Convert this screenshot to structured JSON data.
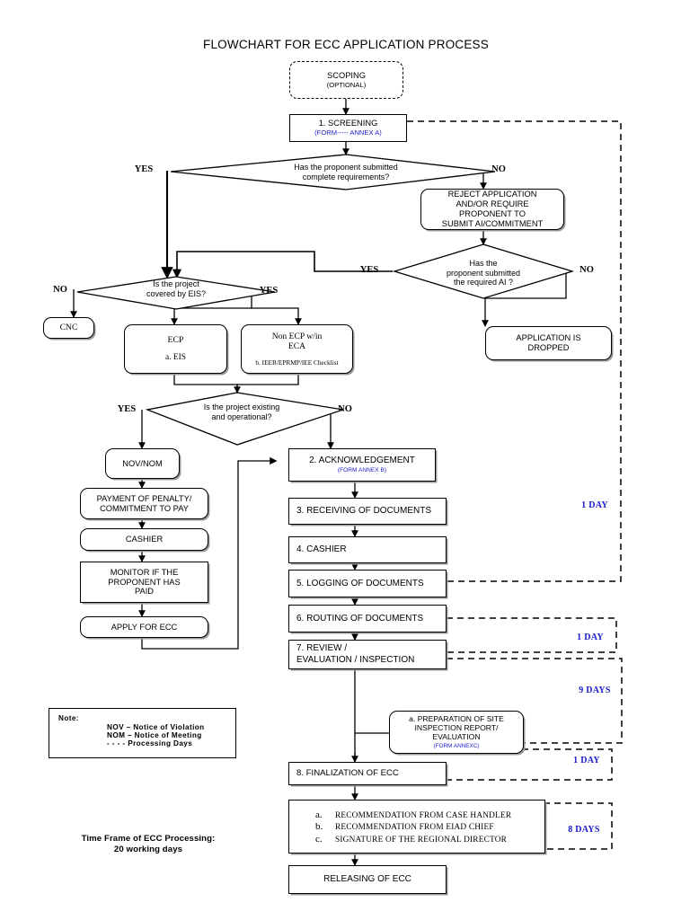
{
  "title": "FLOWCHART FOR ECC APPLICATION PROCESS",
  "nodes": {
    "scoping": {
      "label": "SCOPING",
      "sub": "(OPTIONAL)"
    },
    "screening": {
      "label": "1. SCREENING",
      "sub": "(FORM----- ANNEX A)"
    },
    "d_complete": {
      "label": "Has the proponent submitted\ncomplete requirements?"
    },
    "reject": {
      "label": "REJECT APPLICATION\nAND/OR REQUIRE\nPROPONENT TO\nSUBMIT AI/COMMITMENT"
    },
    "d_ai": {
      "label": "Has the\nproponent submitted\nthe required AI ?"
    },
    "dropped": {
      "label": "APPLICATION IS\nDROPPED"
    },
    "d_eis": {
      "label": "Is the project\ncovered by EIS?"
    },
    "cnc": {
      "label": "CNC"
    },
    "ecp": {
      "label": "ECP",
      "sub": "a. EIS"
    },
    "nonecp": {
      "label": "Non ECP w/in\nECA",
      "sub": "b. IEER/EPRMP/IEE Checklist"
    },
    "d_existing": {
      "label": "Is the project existing\nand operational?"
    },
    "novnom": {
      "label": "NOV/NOM"
    },
    "payment": {
      "label": "PAYMENT OF PENALTY/\nCOMMITMENT TO PAY"
    },
    "cashier_l": {
      "label": "CASHIER"
    },
    "monitor": {
      "label": "MONITOR IF THE\nPROPONENT HAS\nPAID"
    },
    "applyecc": {
      "label": "APPLY FOR ECC"
    },
    "ack": {
      "label": "2. ACKNOWLEDGEMENT",
      "sub": "(FORM ANNEX B)"
    },
    "receiving": {
      "label": "3. RECEIVING OF DOCUMENTS"
    },
    "cashier_r": {
      "label": " 4. CASHIER"
    },
    "logging": {
      "label": "5. LOGGING OF DOCUMENTS"
    },
    "routing": {
      "label": "6. ROUTING OF DOCUMENTS"
    },
    "review": {
      "label": "7.  REVIEW /\n     EVALUATION /  INSPECTION"
    },
    "sitereport": {
      "label": "a. PREPARATION OF   SITE\nINSPECTION REPORT/\nEVALUATION",
      "sub": "(FORM ANNEXC)"
    },
    "finalization": {
      "label": "8. FINALIZATION OF ECC"
    },
    "releasing": {
      "label": "RELEASING OF ECC"
    }
  },
  "recommendations": {
    "items": [
      {
        "letter": "a.",
        "text": "RECOMMENDATION FROM CASE HANDLER"
      },
      {
        "letter": "b.",
        "text": "RECOMMENDATION FROM EIAD CHIEF"
      },
      {
        "letter": "c.",
        "text": "SIGNATURE OF THE REGIONAL DIRECTOR"
      }
    ]
  },
  "branch_labels": {
    "complete_yes": "YES",
    "complete_no": "NO",
    "ai_yes": "YES",
    "ai_no": "NO",
    "eis_no": "NO",
    "eis_yes": "YES",
    "existing_yes": "YES",
    "existing_no": "NO"
  },
  "durations": {
    "screening_to_logging": "1 DAY",
    "routing_to_review": "1 DAY",
    "review_to_site": "9 DAYS",
    "site_to_finalization": "1 DAY",
    "recommendations": "8 DAYS"
  },
  "note": {
    "heading": "Note:",
    "lines": [
      "NOV –  Notice of Violation",
      "NOM –  Notice of Meeting",
      " - - - -    Processing Days"
    ]
  },
  "timeframe": {
    "line1": "Time Frame of ECC Processing:",
    "line2": "20 working days"
  },
  "colors": {
    "accent_blue": "#2222cc",
    "stroke": "#000000",
    "background": "#ffffff",
    "shadow": "#9a9a9a"
  }
}
